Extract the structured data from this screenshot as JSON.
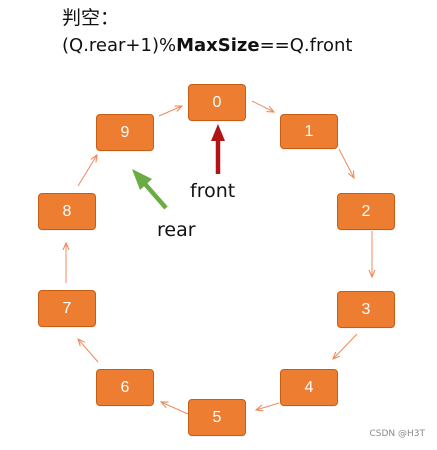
{
  "header": {
    "title": "判空：",
    "condition_prefix": "(Q.rear+1)%",
    "condition_bold": "MaxSize",
    "condition_suffix": "==Q.front"
  },
  "queue": {
    "nodes": [
      "0",
      "1",
      "2",
      "3",
      "4",
      "5",
      "6",
      "7",
      "8",
      "9"
    ],
    "node_color": "#ed7d31",
    "ring_arrow_color": "#f08a5a"
  },
  "pointers": {
    "front": {
      "label": "front",
      "target_node": "0",
      "color": "#b01515"
    },
    "rear": {
      "label": "rear",
      "target_node": "9",
      "color": "#6aac44"
    }
  },
  "footer": {
    "watermark": "CSDN @H3T"
  }
}
